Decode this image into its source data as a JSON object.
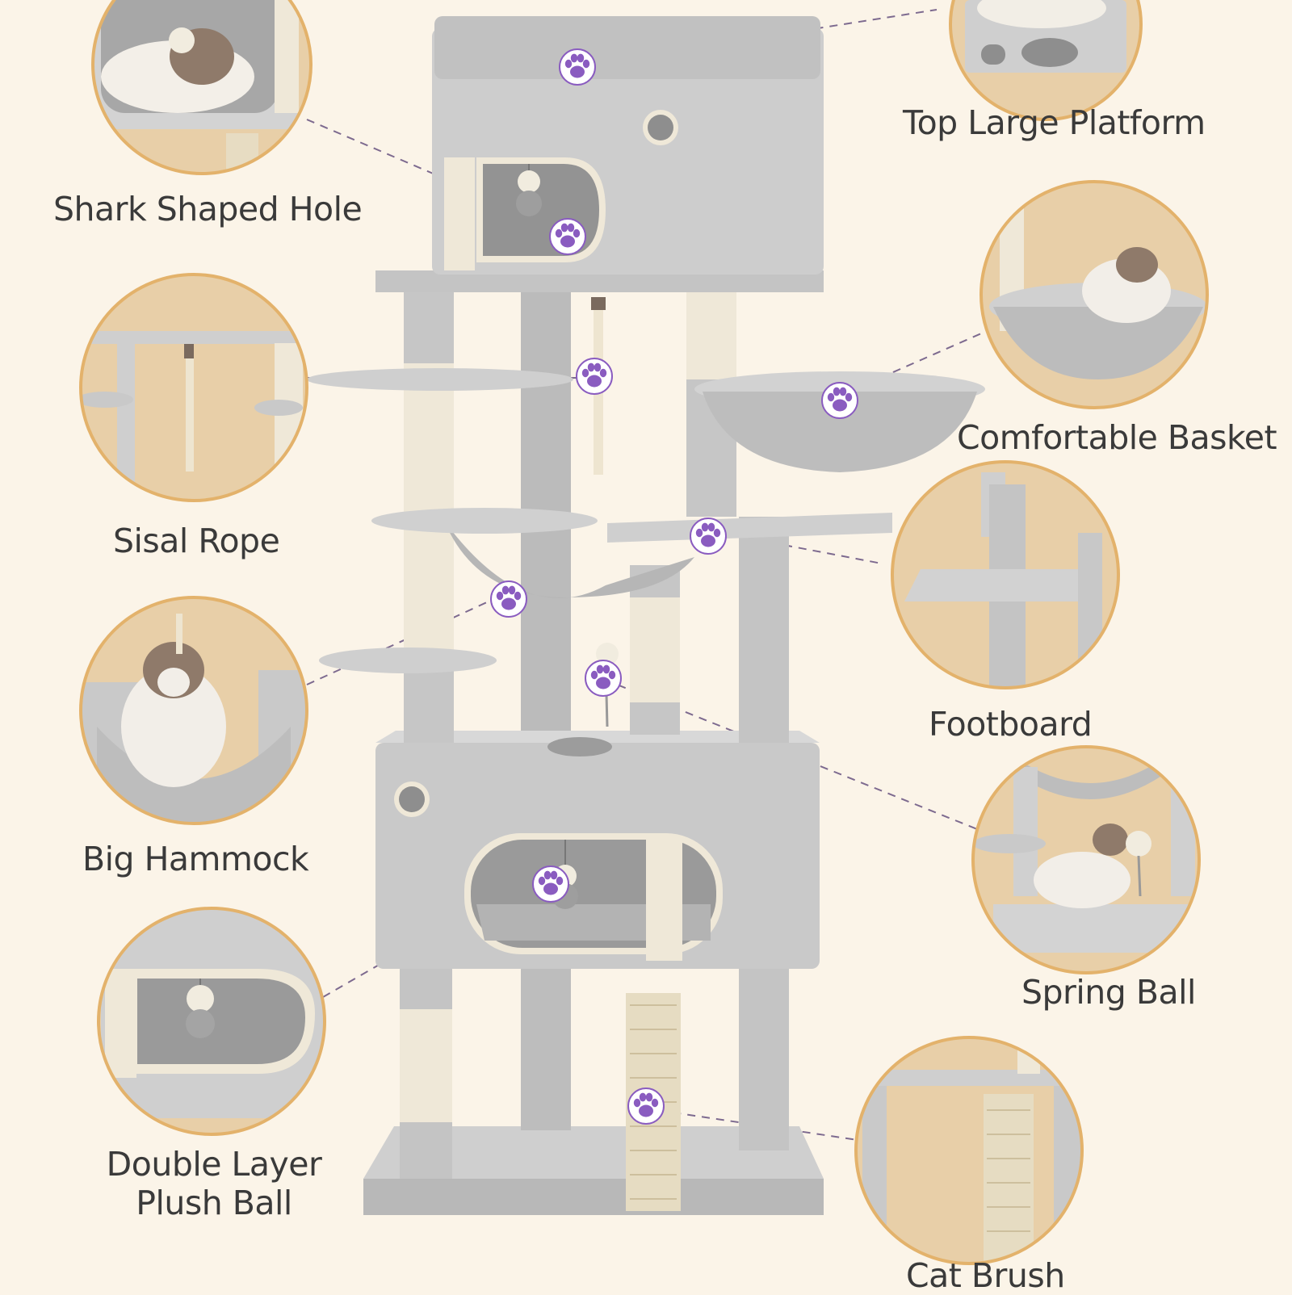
{
  "labels": {
    "top_large_platform": "Top Large Platform",
    "shark_shaped_hole": "Shark Shaped Hole",
    "comfortable_basket": "Comfortable Basket",
    "sisal_rope": "Sisal Rope",
    "footboard": "Footboard",
    "big_hammock": "Big Hammock",
    "spring_ball": "Spring Ball",
    "double_layer_plush_ball_line1": "Double Layer",
    "double_layer_plush_ball_line2": "Plush Ball",
    "cat_brush": "Cat Brush"
  },
  "colors": {
    "background": "#fbf4e8",
    "circle_fill": "#e8cfa8",
    "circle_border": "#e3b26b",
    "plush_gray": "#c8c8c8",
    "plush_dark": "#a9a9a9",
    "sisal": "#efe8d8",
    "paw_purple": "#8a5cc0",
    "dash_line": "#7d6a8f"
  },
  "icons": [
    "paw-icon",
    "cat-photo"
  ]
}
